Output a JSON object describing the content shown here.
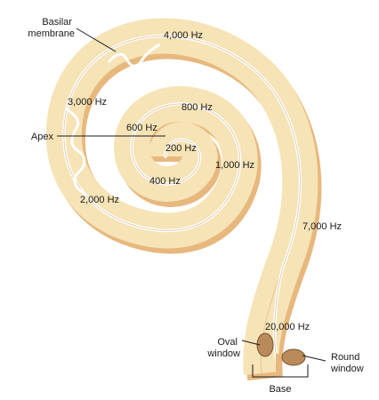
{
  "labels": {
    "basilar_membrane": [
      "Basilar",
      "membrane"
    ],
    "apex": "Apex",
    "oval_window": [
      "Oval",
      "window"
    ],
    "round_window": [
      "Round",
      "window"
    ],
    "base": "Base"
  },
  "frequencies": {
    "f4000": "4,000 Hz",
    "f3000": "3,000 Hz",
    "f800": "800 Hz",
    "f600": "600 Hz",
    "f200": "200 Hz",
    "f1000": "1,000 Hz",
    "f400": "400 Hz",
    "f2000": "2,000 Hz",
    "f7000": "7,000 Hz",
    "f20000": "20,000 Hz"
  },
  "colors": {
    "cochlea_fill": "#f6e3b6",
    "cochlea_shadow": "#e7b87e",
    "window_fill": "#b98a5a",
    "window_stroke": "#7a5532",
    "leader": "#1a1a1a"
  }
}
